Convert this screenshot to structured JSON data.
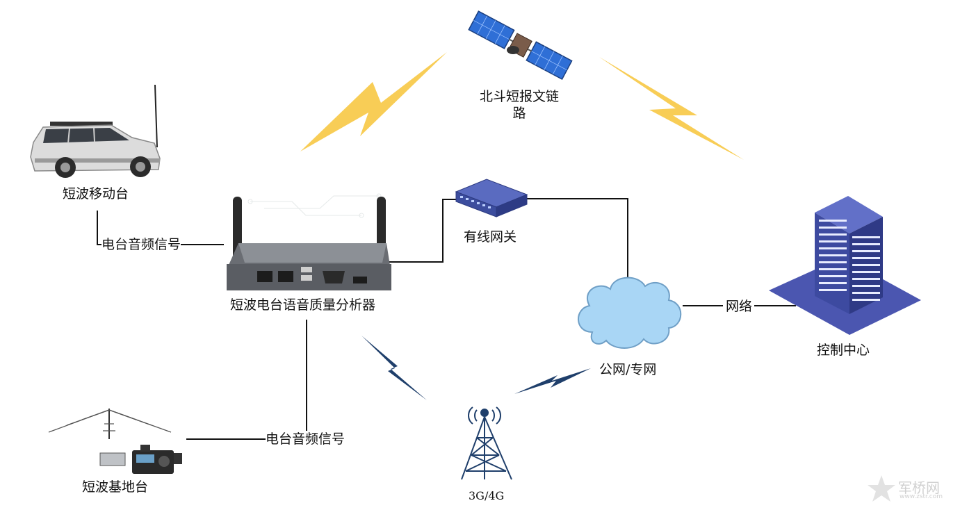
{
  "labels": {
    "beidou_line1": "北斗短报文链",
    "beidou_line2": "路",
    "mobile_station": "短波移动台",
    "audio_signal_top": "电台音频信号",
    "analyzer": "短波电台语音质量分析器",
    "gateway": "有线网关",
    "public_network": "公网/专网",
    "network": "网络",
    "control_center": "控制中心",
    "audio_signal_bottom": "电台音频信号",
    "base_station": "短波基地台",
    "cellular": "3G/4G"
  },
  "watermark": {
    "text": "军桥网",
    "subtext": "www.zstr.com"
  },
  "colors": {
    "lightning_satellite": "#f7c948",
    "lightning_cellular": "#1f3f6b",
    "connector": "#111111",
    "cloud": "#a9d6f5",
    "building": "#3d4aa0",
    "building_plate": "#4b56b0",
    "gateway": "#3c4d9e",
    "device_case": "#6a6d73"
  },
  "icons": [
    "satellite-icon",
    "vehicle-icon",
    "analyzer-device-icon",
    "gateway-icon",
    "cloud-icon",
    "building-icon",
    "cell-tower-icon",
    "antenna-icon",
    "radio-icon"
  ]
}
